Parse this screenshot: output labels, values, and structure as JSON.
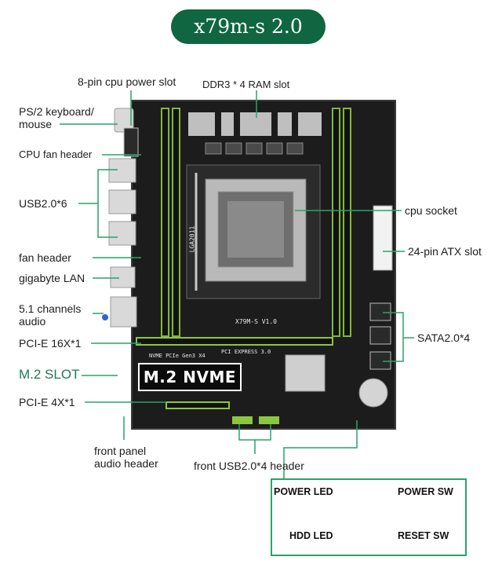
{
  "title": "x79m-s 2.0",
  "labels": {
    "cpu_power": "8-pin cpu power slot",
    "ram": "DDR3 * 4 RAM slot",
    "ps2": "PS/2 keyboard/\nmouse",
    "cpu_fan": "CPU fan header",
    "usb": "USB2.0*6",
    "fan_header": "fan header",
    "lan": "gigabyte LAN",
    "audio": "5.1 channels\naudio",
    "pcie16": "PCI-E 16X*1",
    "m2": "M.2 SLOT",
    "pcie4": "PCI-E 4X*1",
    "front_audio": "front panel\naudio header",
    "front_usb": "front USB2.0*4 header",
    "cpu_socket": "cpu socket",
    "atx": "24-pin ATX slot",
    "sata": "SATA2.0*4"
  },
  "board": {
    "nvme_label": "M.2 NVME",
    "socket_text": "LGA2011",
    "model_text": "X79M-S  V1.0",
    "pcie_text": "PCI EXPRESS 3.0",
    "nvme_silk": "NVME PCIe Gen3 X4"
  },
  "pin_header": {
    "power_led": "POWER LED",
    "power_sw": "POWER SW",
    "hdd_led": "HDD  LED",
    "reset_sw": "RESET SW"
  },
  "colors": {
    "title_bg": "#0f6640",
    "leader_line": "#29a36a",
    "board": "#1c1c1c",
    "slot_green": "#8cc63f"
  }
}
